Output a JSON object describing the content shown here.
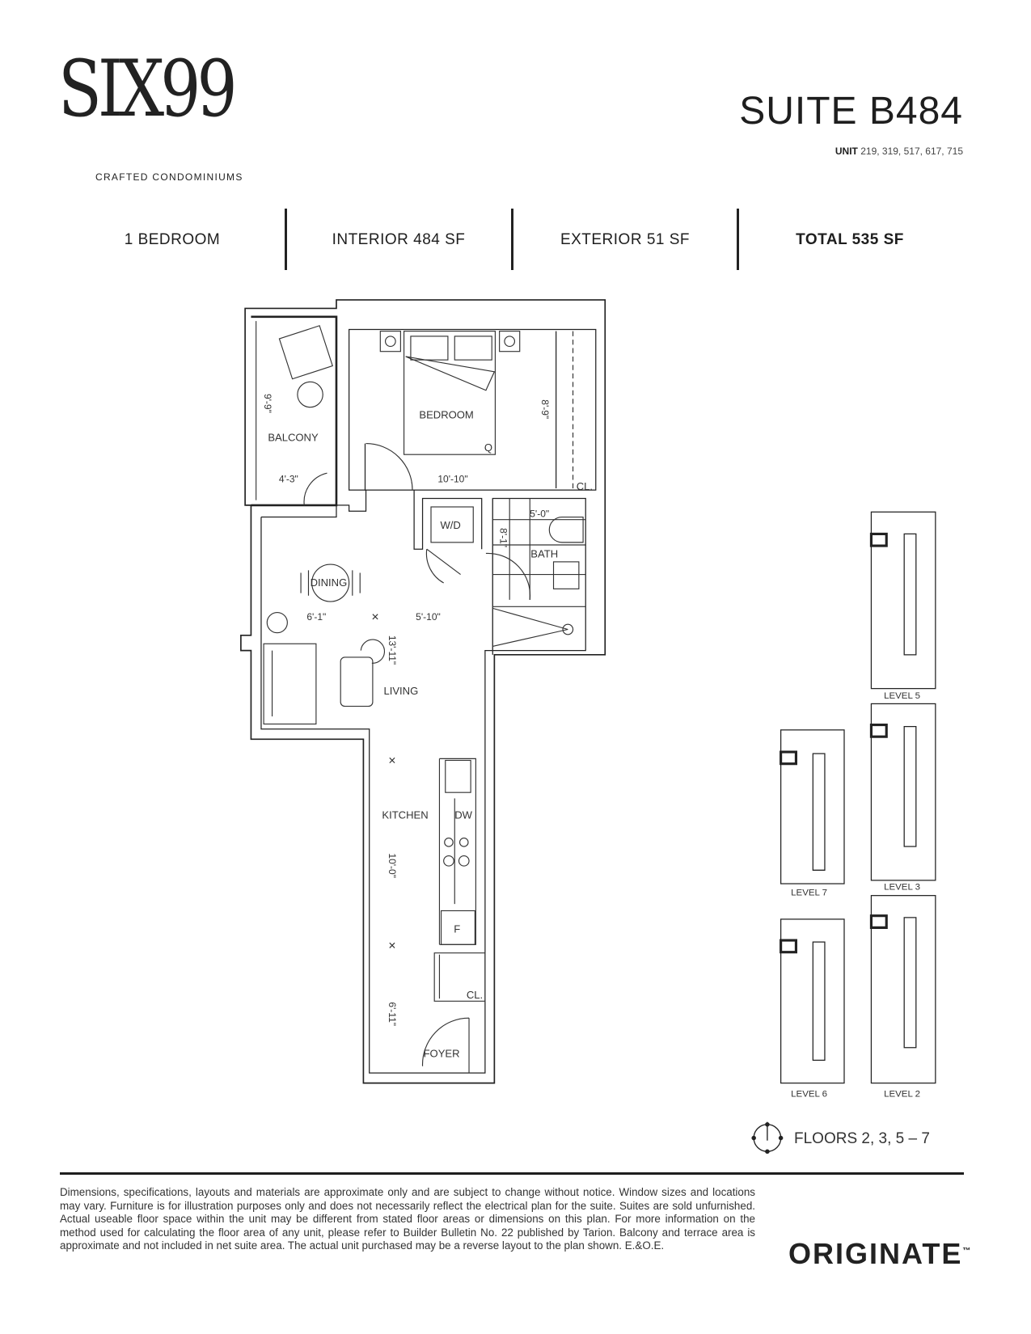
{
  "brand": {
    "logo_text": "SIX99",
    "tagline": "CRAFTED CONDOMINIUMS"
  },
  "suite": {
    "title": "SUITE B484",
    "unit_label": "UNIT",
    "unit_values": "219, 319, 517, 617, 715"
  },
  "stats": [
    {
      "label": "1 BEDROOM"
    },
    {
      "label": "INTERIOR 484 SF"
    },
    {
      "label": "EXTERIOR 51 SF"
    },
    {
      "label": "TOTAL 535 SF"
    }
  ],
  "rooms": {
    "bedroom": "BEDROOM",
    "bed_size": "Q",
    "balcony": "BALCONY",
    "closet1": "CL.",
    "wd": "W/D",
    "bath": "BATH",
    "dining": "DINING",
    "living": "LIVING",
    "kitchen": "KITCHEN",
    "dw": "DW",
    "fridge": "F",
    "closet2": "CL.",
    "foyer": "FOYER"
  },
  "dimensions": {
    "balcony_h": "9'-9\"",
    "balcony_w": "4'-3\"",
    "bedroom_w": "10'-10\"",
    "bedroom_h": "8'-9\"",
    "bath_w": "5'-0\"",
    "bath_h": "8'-1\"",
    "dining_w": "6'-1\"",
    "living_w": "5'-10\"",
    "living_h": "13'-11\"",
    "kitchen_h": "10'-0\"",
    "foyer_h": "6'-11\""
  },
  "key_plans": [
    {
      "label": "LEVEL 5"
    },
    {
      "label": "LEVEL 7"
    },
    {
      "label": "LEVEL 3"
    },
    {
      "label": "LEVEL 6"
    },
    {
      "label": "LEVEL 2"
    }
  ],
  "floors": "FLOORS 2, 3, 5 – 7",
  "disclaimer": "Dimensions, specifications, layouts and materials are approximate only and are subject to change without notice. Window sizes and locations may vary. Furniture is for illustration purposes only and does not necessarily reflect the electrical plan for the suite. Suites are sold unfurnished. Actual useable floor space within the unit may be different from stated floor areas or dimensions on this plan. For more information on the method used for calculating the floor area of any unit, please refer to Builder Bulletin No. 22 published by Tarion. Balcony and terrace area is approximate and not included in net suite area. The actual unit purchased may be a reverse layout to the plan shown. E.&O.E.",
  "developer": {
    "name": "ORIGINATE",
    "mark": "™"
  }
}
